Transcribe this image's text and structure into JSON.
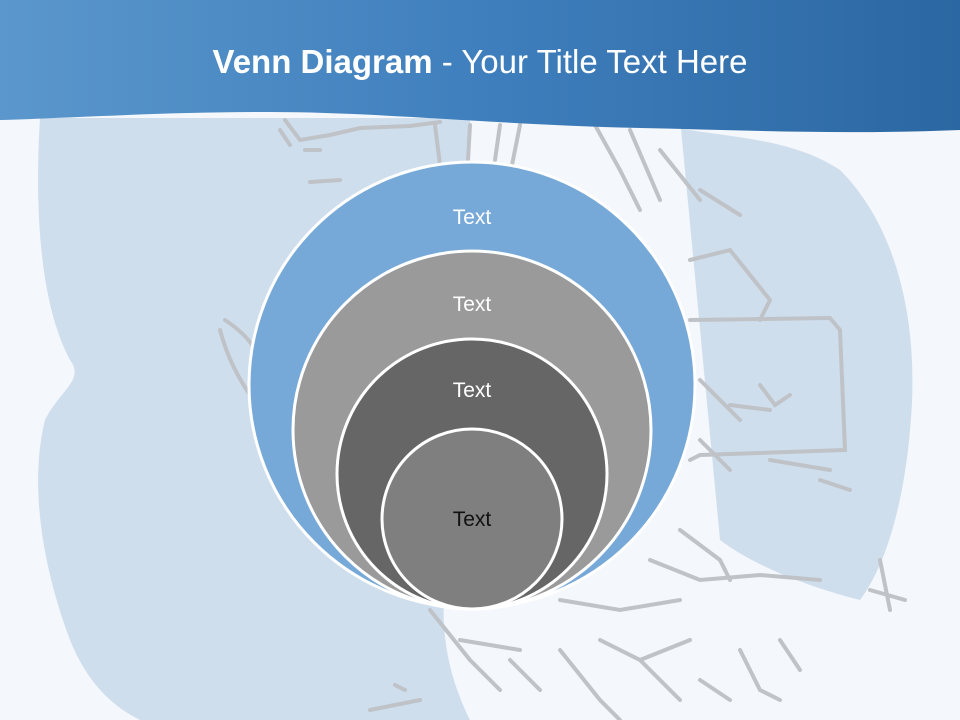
{
  "header": {
    "title_bold": "Venn Diagram",
    "title_rest": " - Your Title Text Here"
  },
  "diagram": {
    "rings": [
      {
        "label": "Text",
        "color": "#77a9d8"
      },
      {
        "label": "Text",
        "color": "#9a9a9a"
      },
      {
        "label": "Text",
        "color": "#666666"
      },
      {
        "label": "Text",
        "color": "#7f7f7f"
      }
    ]
  },
  "colors": {
    "header_dark": "#2e6aa3",
    "header_light": "#5b97cc",
    "background": "#f4f7fb",
    "silhouette": "#cfdeed",
    "sketch": "#bfc2c6"
  }
}
